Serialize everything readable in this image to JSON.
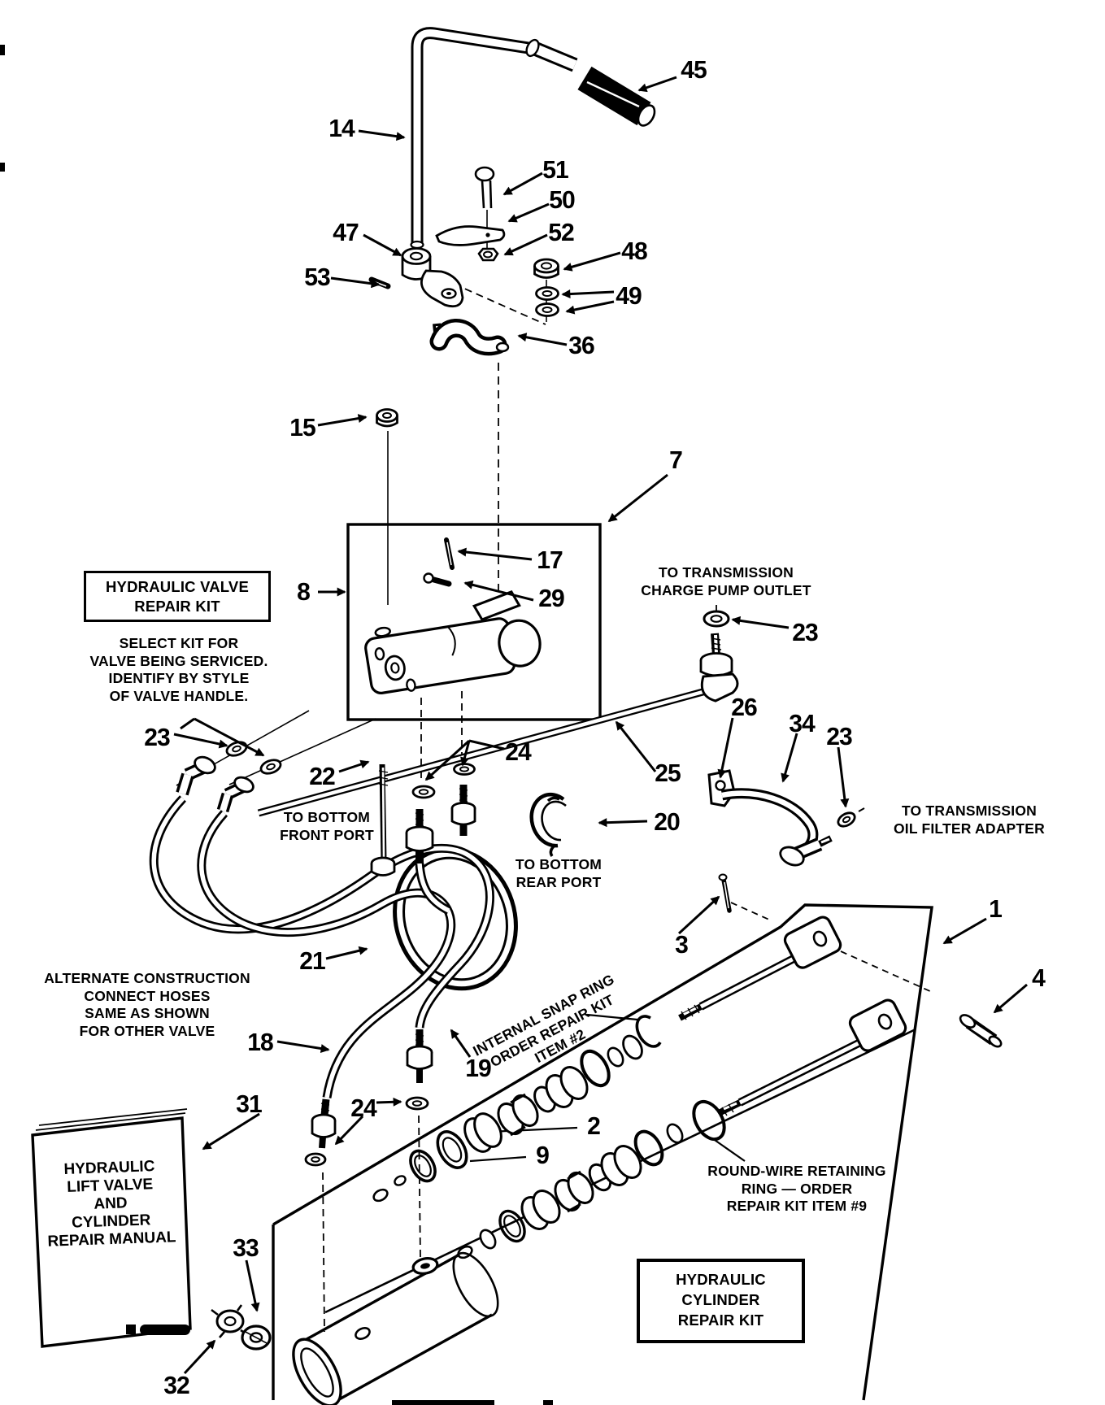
{
  "figure": {
    "background": "#ffffff",
    "ink": "#000000"
  },
  "callouts": {
    "c45": "45",
    "c14": "14",
    "c51": "51",
    "c50": "50",
    "c52": "52",
    "c48": "48",
    "c49": "49",
    "c47": "47",
    "c53": "53",
    "c36": "36",
    "c15": "15",
    "c7": "7",
    "c17": "17",
    "c29": "29",
    "c8": "8",
    "c23a": "23",
    "c22": "22",
    "c24a": "24",
    "c25": "25",
    "c26": "26",
    "c34": "34",
    "c23b": "23",
    "c23c": "23",
    "c20": "20",
    "c21": "21",
    "c18": "18",
    "c19": "19",
    "c24b": "24",
    "c31": "31",
    "c2": "2",
    "c9": "9",
    "c3": "3",
    "c1": "1",
    "c4": "4",
    "c33": "33",
    "c32": "32"
  },
  "notes": {
    "charge_pump": {
      "lines": [
        "TO TRANSMISSION",
        "CHARGE PUMP OUTLET"
      ]
    },
    "front_port": {
      "lines": [
        "TO BOTTOM",
        "FRONT PORT"
      ]
    },
    "rear_port": {
      "lines": [
        "TO BOTTOM",
        "REAR PORT"
      ]
    },
    "oil_filter": {
      "lines": [
        "TO TRANSMISSION",
        "OIL FILTER ADAPTER"
      ]
    },
    "select_kit": {
      "lines": [
        "SELECT KIT FOR",
        "VALVE BEING SERVICED.",
        "IDENTIFY BY STYLE",
        "OF VALVE HANDLE."
      ]
    },
    "alternate": {
      "lines": [
        "ALTERNATE CONSTRUCTION",
        "CONNECT HOSES",
        "SAME AS SHOWN",
        "FOR OTHER VALVE"
      ]
    },
    "snap_ring": {
      "lines": [
        "INTERNAL SNAP RING",
        "ORDER REPAIR KIT",
        "ITEM #2"
      ]
    },
    "retaining_ring": {
      "lines": [
        "ROUND-WIRE RETAINING",
        "RING — ORDER",
        "REPAIR KIT ITEM #9"
      ]
    }
  },
  "boxes": {
    "valve_kit": {
      "lines": [
        "HYDRAULIC VALVE",
        "REPAIR KIT"
      ]
    },
    "cylinder_kit": {
      "lines": [
        "HYDRAULIC",
        "CYLINDER",
        "REPAIR KIT"
      ]
    },
    "manual": {
      "lines": [
        "HYDRAULIC",
        "LIFT VALVE",
        "AND",
        "CYLINDER",
        "REPAIR MANUAL"
      ]
    }
  }
}
